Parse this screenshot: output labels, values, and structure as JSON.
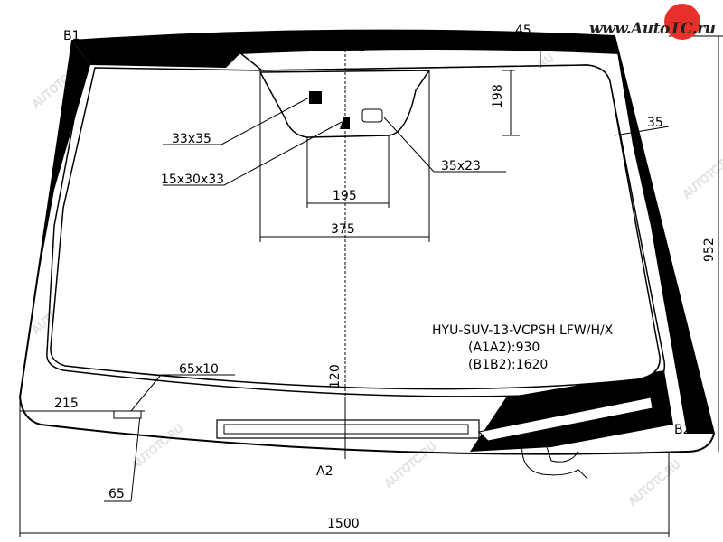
{
  "logo": {
    "text": "www.AutoTC.ru",
    "accent_color": "#e8302a"
  },
  "watermark": "AUTOTC.RU",
  "points": {
    "b1": "B1",
    "b2": "B2",
    "a1": "A1",
    "a2": "A2"
  },
  "dimensions": {
    "top_band": "45",
    "sensor_height": "198",
    "right_band": "35",
    "total_height": "952",
    "inner_width": "195",
    "outer_width": "375",
    "bottom_center": "120",
    "left_offset": "215",
    "bottom_left": "65",
    "total_width": "1500"
  },
  "callouts": {
    "sensor_33x35": "33x35",
    "sensor_15x30x33": "15x30x33",
    "sensor_35x23": "35x23",
    "vin_65x10": "65x10"
  },
  "part": {
    "code": "HYU-SUV-13-VCPSH LFW/H/X",
    "a1a2": "(A1A2):930",
    "b1b2": "(B1B2):1620"
  }
}
